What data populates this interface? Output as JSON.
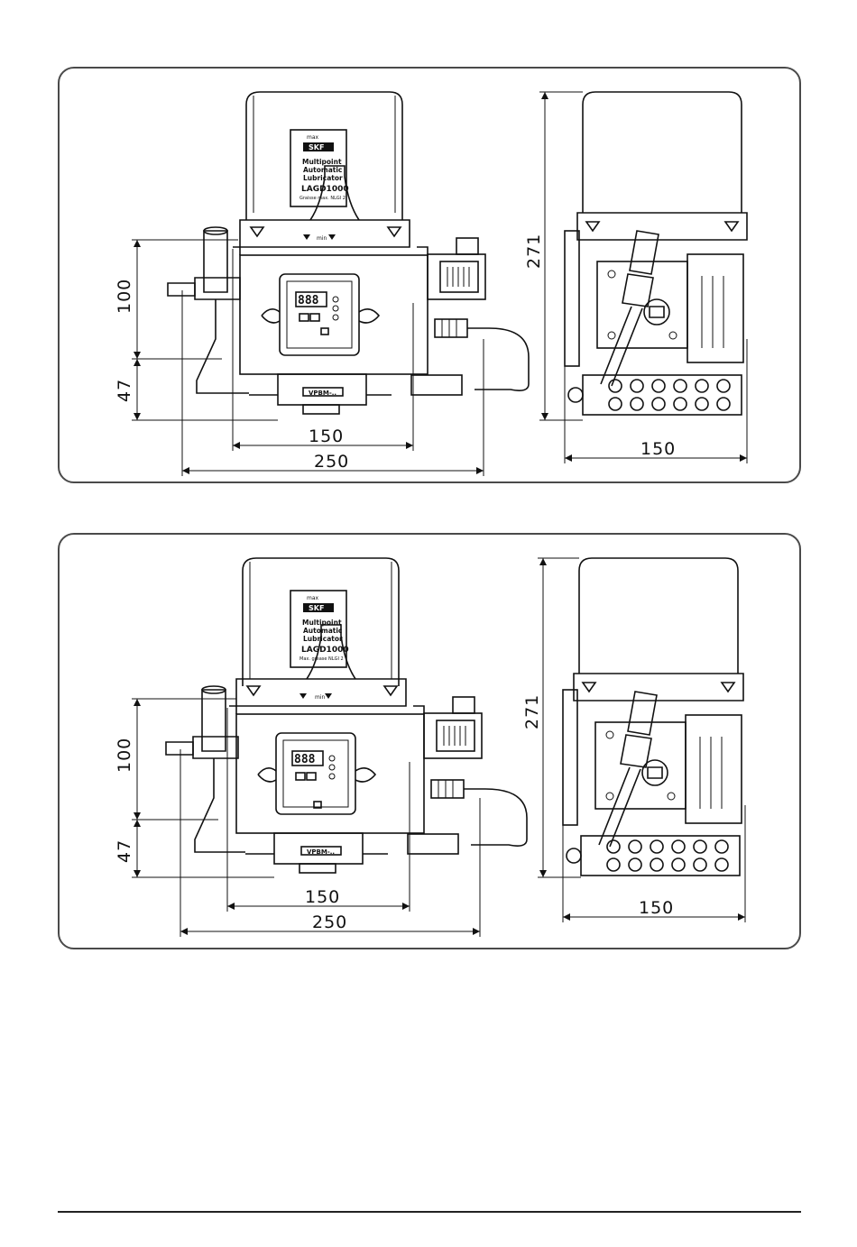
{
  "views": [
    {
      "id": "drawing-1",
      "label": {
        "line1": "Multipoint",
        "line2": "Automatic",
        "line3": "Lubricator",
        "model": "LAGD1000",
        "sub": "Graisse max. NLGI 2",
        "top_mark": "max",
        "bottom_mark": "min",
        "brand": "SKF"
      },
      "valve_label": "VPBM-..",
      "display_digits": "888",
      "dims": {
        "width_body": "150",
        "width_total": "250",
        "height_upper": "100",
        "height_lower": "47",
        "height_side": "271",
        "width_side": "150"
      }
    },
    {
      "id": "drawing-2",
      "label": {
        "line1": "Multipoint",
        "line2": "Automatic",
        "line3": "Lubricator",
        "model": "LAGD1000",
        "sub": "Max. grease NLGI 2",
        "top_mark": "max",
        "bottom_mark": "min",
        "brand": "SKF"
      },
      "valve_label": "VPBM-..",
      "display_digits": "888",
      "dims": {
        "width_body": "150",
        "width_total": "250",
        "height_upper": "100",
        "height_lower": "47",
        "height_side": "271",
        "width_side": "150"
      }
    }
  ]
}
